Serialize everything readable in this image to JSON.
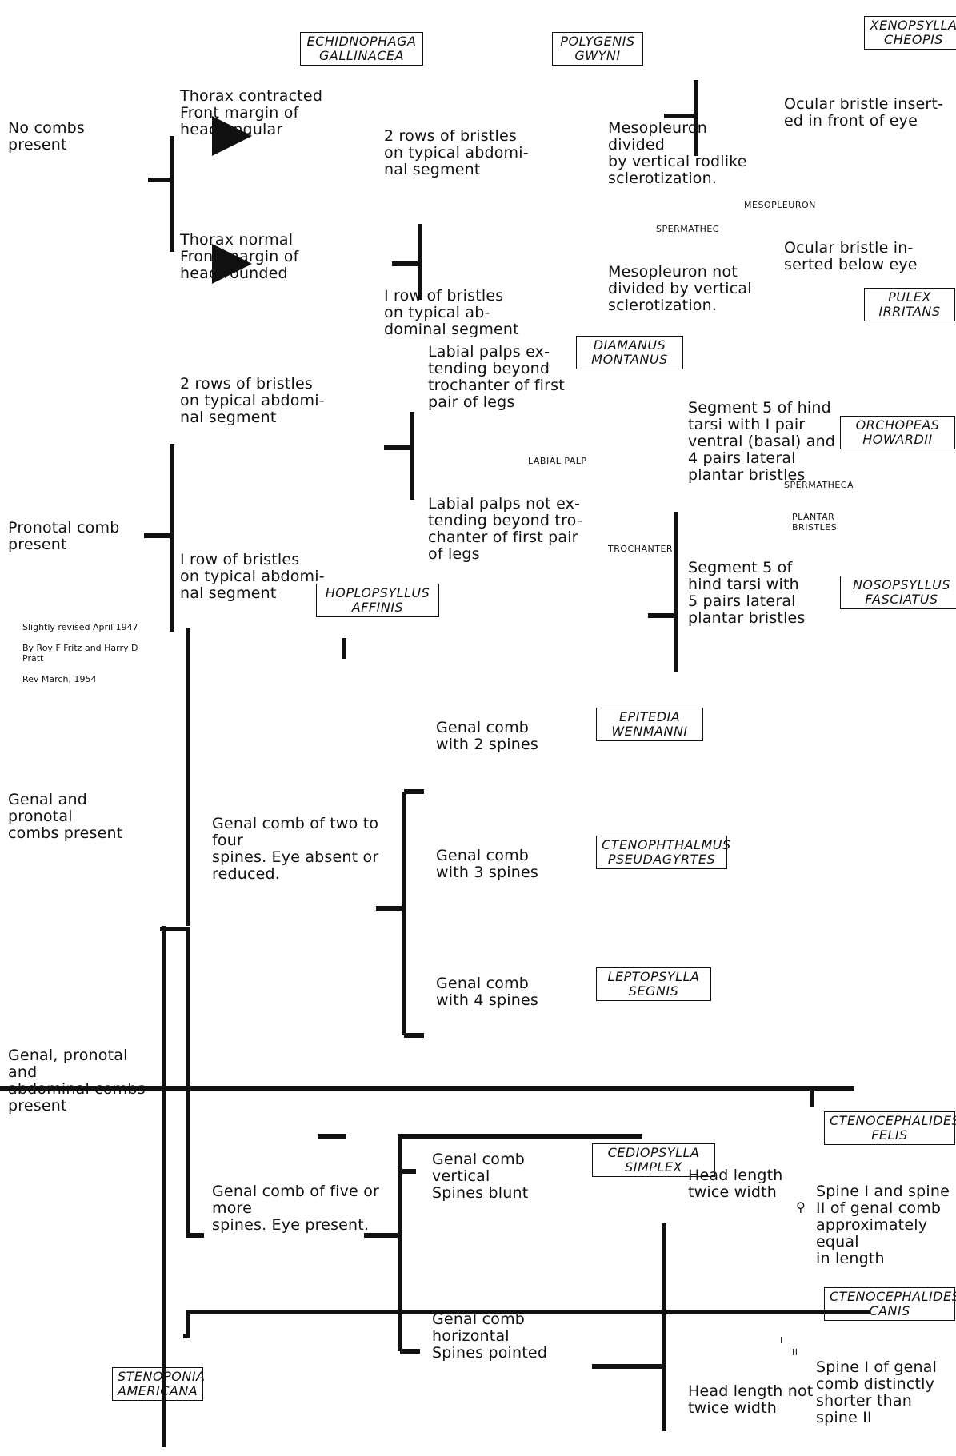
{
  "credits": {
    "line1": "Slightly revised April 1947",
    "line2": "By Roy F Fritz and Harry D Pratt",
    "line3": "Rev March, 1954"
  },
  "root": {
    "text": "Genal, pronotal and\nabdominal combs present",
    "species": "STENOPONIA\nAMERICANA"
  },
  "genal_pronotal": {
    "text": "Genal and pronotal\ncombs present",
    "five_or_more": "Genal comb of five or more\nspines. Eye present.",
    "two_to_four": "Genal comb of two to four\nspines. Eye absent or reduced.",
    "horizontal": "Genal comb\nhorizontal\nSpines pointed",
    "vertical": "Genal comb\nvertical\nSpines blunt",
    "cediopsylla": "CEDIOPSYLLA\nSIMPLEX",
    "head_not_twice": "Head length not\ntwice width",
    "head_twice": "Head length\ntwice width",
    "canis_text": "Spine I of genal\ncomb distinctly\nshorter than\nspine II",
    "canis": "CTENOCEPHALIDES\nCANIS",
    "felis_text": "Spine I and spine\nII of genal comb\napproximately equal\nin length",
    "felis": "CTENOCEPHALIDES\nFELIS",
    "four_spines": "Genal comb\nwith 4 spines",
    "three_spines": "Genal comb\nwith 3 spines",
    "two_spines": "Genal comb\nwith 2 spines",
    "leptopsylla": "LEPTOPSYLLA\nSEGNIS",
    "ctenophthalmus": "CTENOPHTHALMUS\nPSEUDAGYRTES",
    "epitedia": "EPITEDIA\nWENMANNI",
    "roman_one": "I",
    "roman_two": "II",
    "female": "♀"
  },
  "pronotal": {
    "text": "Pronotal comb\npresent",
    "one_row": "I row of bristles\non typical abdomi-\nnal segment",
    "two_rows": "2 rows of bristles\non typical abdomi-\nnal segment",
    "hoplopsyllus": "HOPLOPSYLLUS\nAFFINIS",
    "palps_not": "Labial palps not ex-\ntending beyond tro-\nchanter of first pair\nof legs",
    "palps_ext": "Labial palps ex-\ntending beyond\ntrochanter of first\npair of legs",
    "diamanus": "DIAMANUS\nMONTANUS",
    "trochanter": "TROCHANTER",
    "labial_palp": "LABIAL PALP",
    "seg5_a": "Segment 5 of\nhind tarsi with\n5 pairs lateral\nplantar bristles",
    "seg5_b": "Segment 5 of hind\ntarsi with I pair\nventral (basal) and\n4 pairs lateral\nplantar bristles",
    "spermatheca": "SPERMATHECA",
    "plantar": "PLANTAR\nBRISTLES",
    "nosopsyllus": "NOSOPSYLLUS\nFASCIATUS",
    "orchopeas": "ORCHOPEAS\nHOWARDII"
  },
  "no_combs": {
    "text": "No combs\npresent",
    "thorax_normal": "Thorax normal\nFront margin of\nhead rounded",
    "thorax_contracted": "Thorax contracted\nFront margin of\nhead angular",
    "echidnophaga": "ECHIDNOPHAGA\nGALLINACEA",
    "one_row": "I row of bristles\non typical ab-\ndominal segment",
    "two_rows": "2 rows of bristles\non typical abdomi-\nnal segment",
    "polygenis": "POLYGENIS\nGWYNI",
    "meso_not": "Mesopleuron not\ndivided by vertical\nsclerotization.",
    "meso_div": "Mesopleuron divided\nby vertical rodlike\nsclerotization.",
    "spermathec_cut": "SPERMATHEC",
    "mesopleuron": "MESOPLEURON",
    "pulex_text": "Ocular bristle in-\nserted below eye",
    "xeno_text": "Ocular bristle insert-\ned in front of eye",
    "pulex": "PULEX\nIRRITANS",
    "xenopsylla": "XENOPSYLLA\nCHEOPIS"
  }
}
